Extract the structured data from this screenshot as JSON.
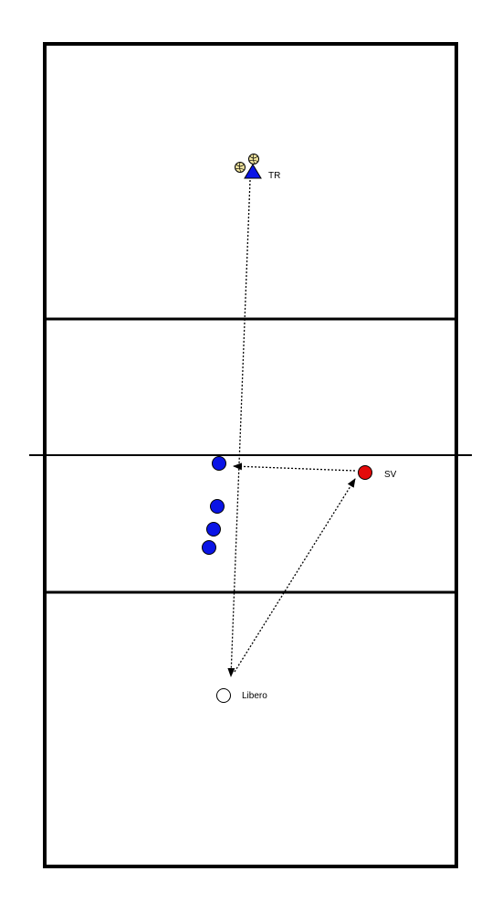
{
  "labels": {
    "trainer": "TR",
    "setter": "SV",
    "libero": "Libero"
  },
  "colors": {
    "court_line": "#000000",
    "team_player": "#0a14e6",
    "setter": "#e30a0a",
    "libero": "#ffffff",
    "ball": "#f2e6a0",
    "background": "#ffffff"
  },
  "icons": {
    "trainer": "triangle-icon",
    "ball": "volleyball-icon",
    "arrow": "dotted-arrow"
  },
  "counts": {
    "balls_at_trainer": 2,
    "waiting_players": 4
  }
}
